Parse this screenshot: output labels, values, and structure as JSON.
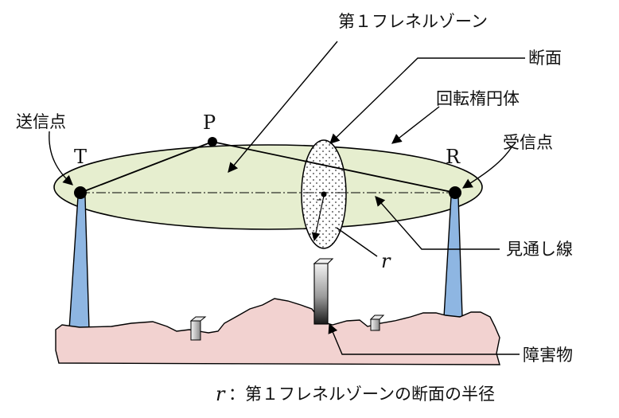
{
  "labels": {
    "fresnel_zone": "第１フレネルゾーン",
    "cross_section": "断面",
    "ellipsoid": "回転楕円体",
    "transmit_point": "送信点",
    "receive_point": "受信点",
    "line_of_sight": "見通し線",
    "obstacle": "障害物",
    "point_T": "T",
    "point_R": "R",
    "point_P": "P",
    "radius_r": "r"
  },
  "caption": {
    "symbol": "r",
    "text": "：第１フレネルゾーンの断面の半径"
  },
  "colors": {
    "ellipse_fill": "#e6eecf",
    "ground_fill": "#f2d2d0",
    "tower_fill": "#8eb6e2",
    "line": "#000000"
  }
}
